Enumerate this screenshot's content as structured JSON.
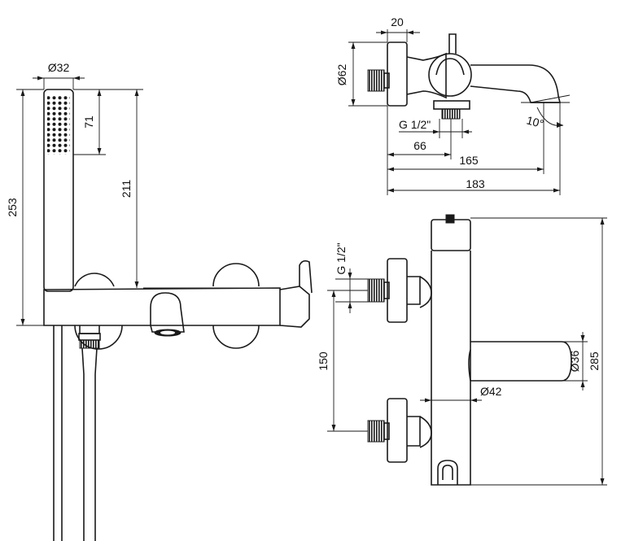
{
  "dimensions": {
    "handshower_diameter": "Ø32",
    "spray_face_length": "71",
    "handshower_length_211": "211",
    "total_height_253": "253",
    "side_body_width": "20",
    "side_body_diameter": "Ø62",
    "side_thread": "G 1/2\"",
    "side_66": "66",
    "side_165": "165",
    "side_183": "183",
    "spout_angle": "10°",
    "top_thread": "G 1/2\"",
    "center_distance": "150",
    "spout_diameter": "Ø36",
    "body_diameter": "Ø42",
    "total_depth": "285"
  }
}
